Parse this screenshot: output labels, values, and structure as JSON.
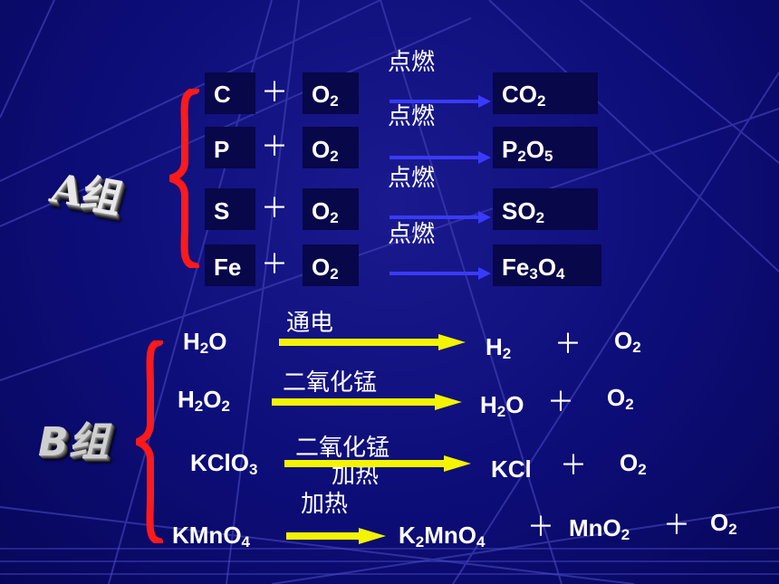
{
  "group_a": {
    "label": "A组",
    "condition": "点燃",
    "plus": "＋",
    "rows": [
      {
        "r1": "C",
        "r2": "O",
        "r2_sub": "2",
        "p1": "CO",
        "p1_sub": "2",
        "p2": "",
        "p2_sub": "",
        "p3": ""
      },
      {
        "r1": "P",
        "r2": "O",
        "r2_sub": "2",
        "p1": "P",
        "p1_sub": "2",
        "p2": "O",
        "p2_sub": "5",
        "p3": ""
      },
      {
        "r1": "S",
        "r2": "O",
        "r2_sub": "2",
        "p1": "SO",
        "p1_sub": "2",
        "p2": "",
        "p2_sub": "",
        "p3": ""
      },
      {
        "r1": "Fe",
        "r2": "O",
        "r2_sub": "2",
        "p1": "Fe",
        "p1_sub": "3",
        "p2": "O",
        "p2_sub": "4",
        "p3": ""
      }
    ]
  },
  "group_b": {
    "label": "B组",
    "plus": "＋",
    "rows": [
      {
        "reactant": "H",
        "reactant_sub": "2",
        "reactant_tail": "O",
        "reactant_tail_sub": "",
        "cond1": "通电",
        "cond2": "",
        "p1": "H",
        "p1_sub": "2",
        "p1_tail": "",
        "p2": "O",
        "p2_sub": "2",
        "p3": "",
        "p3_sub": ""
      },
      {
        "reactant": "H",
        "reactant_sub": "2",
        "reactant_tail": "O",
        "reactant_tail_sub": "2",
        "cond1": "二氧化锰",
        "cond2": "",
        "p1": "H",
        "p1_sub": "2",
        "p1_tail": "O",
        "p2": "O",
        "p2_sub": "2",
        "p3": "",
        "p3_sub": ""
      },
      {
        "reactant": "KClO",
        "reactant_sub": "3",
        "reactant_tail": "",
        "reactant_tail_sub": "",
        "cond1": "二氧化锰",
        "cond2": "加热",
        "p1": "KCl",
        "p1_sub": "",
        "p1_tail": "",
        "p2": "O",
        "p2_sub": "2",
        "p3": "",
        "p3_sub": ""
      },
      {
        "reactant": "KMnO",
        "reactant_sub": "4",
        "reactant_tail": "",
        "reactant_tail_sub": "",
        "cond1": "加热",
        "cond2": "",
        "p1": "K",
        "p1_sub": "2",
        "p1_tail": "MnO",
        "p1_tail_sub": "4",
        "p2": "MnO",
        "p2_sub": "2",
        "p3": "O",
        "p3_sub": "2"
      }
    ]
  },
  "colors": {
    "background": "#0d0d78",
    "brace": "#ff1a1a",
    "arrow_a": "#3a3aff",
    "arrow_b": "#f4f400",
    "text": "#ffffff"
  }
}
